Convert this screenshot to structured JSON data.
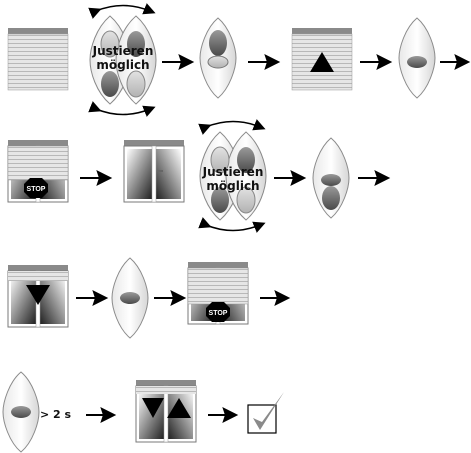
{
  "labels": {
    "adjust_line1": "Justieren",
    "adjust_line2": "möglich",
    "stop": "STOP",
    "hold_time": "> 2 s"
  },
  "icons": [
    "shutter-closed-icon",
    "remote-up-down-icon",
    "remote-up-icon",
    "shutter-up-icon",
    "remote-stop-icon",
    "shutter-stop-icon",
    "window-open-icon",
    "shutter-down-icon",
    "shutter-up-down-icon",
    "checkbox-checked-icon",
    "arrow-right-icon"
  ],
  "colors": {
    "shutter_slat": "#d0d0d0",
    "shutter_box": "#8a8a8a",
    "remote_button": "#6e6e6e",
    "arrow": "#000000",
    "check": "#8a8a8a"
  }
}
